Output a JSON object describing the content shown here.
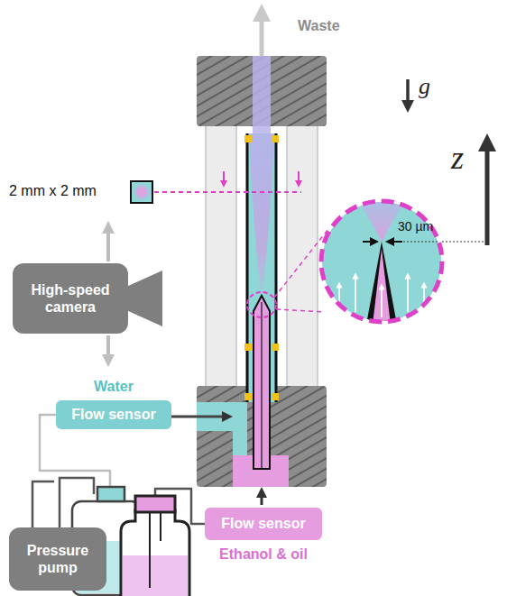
{
  "diagram": {
    "nodes": [
      {
        "text": [
          "High-speed camera"
        ]
      },
      {
        "text": [
          "Water",
          "Flow sensor"
        ]
      },
      {
        "text": [
          "Flow sensor",
          "Ethanol & oil"
        ]
      },
      {
        "text": [
          "Pressure pump"
        ]
      }
    ],
    "labels": [
      "Waste",
      "2 mm x 2 mm",
      "g",
      "z",
      "30 µm"
    ]
  }
}
